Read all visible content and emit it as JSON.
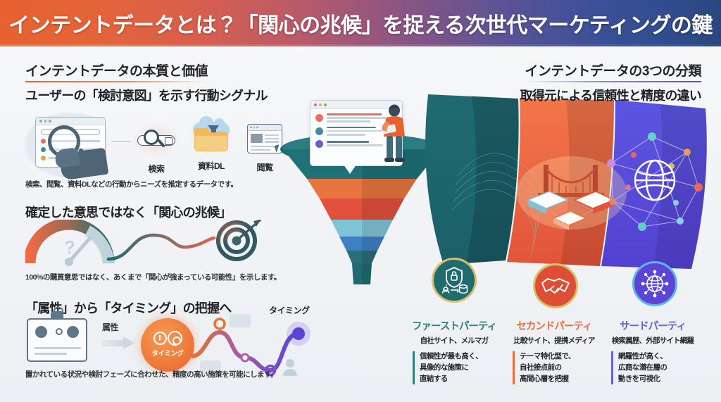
{
  "header": {
    "title": "インテントデータとは？「関心の兆候」を捉える次世代マーケティングの鍵"
  },
  "left": {
    "section_heading": "インテントデータの本質と価値",
    "block1": {
      "sub_heading": "ユーザーの「検討意図」を示す行動シグナル",
      "icons": [
        {
          "name": "search-icon",
          "label": "検索"
        },
        {
          "name": "document-download-icon",
          "label": "資料DL"
        },
        {
          "name": "page-view-icon",
          "label": "閲覧"
        }
      ],
      "caption": "検索、閲覧、資料DLなどの行動からニーズを推定するデータです。"
    },
    "block2": {
      "sub_heading": "確定した意思ではなく「関心の兆候」",
      "caption": "100%の購買意思ではなく、あくまで「関心が強まっている可能性」を示します。"
    },
    "block3": {
      "sub_heading": "「属性」から「タイミング」の把握へ",
      "attribute_label": "属性",
      "timing_circle_label": "タイミング",
      "timing_end_label": "タイミング",
      "caption": "置かれている状況や検討フェーズに合わせた、精度の高い施策を可能にします。"
    }
  },
  "right": {
    "section_heading": "インテントデータの3つの分類",
    "sub_heading": "取得元による信頼性と精度の違い",
    "parties": [
      {
        "title": "ファーストパーティ",
        "color": "#2f7f80",
        "source": "自社サイト、メルマガ",
        "note": "信頼性が最も高く、\n具像的な施策に\n直結する",
        "icon": "shield-lock-database-icon",
        "badge_bg": "#1f6b70",
        "badge_ring": "#d8c068"
      },
      {
        "title": "セカンドパーティ",
        "color": "#e8703f",
        "source": "比較サイト、提携メディア",
        "note": "テーマ特化型で、\n自社接点前の\n高間心層を把握",
        "icon": "handshake-icon",
        "badge_bg": "#dc4f34",
        "badge_ring": "#d8c068"
      },
      {
        "title": "サードパーティ",
        "color": "#6b5fd0",
        "source": "検索属歴、外部サイト網羅",
        "note": "網羅性が高く、\n広商な潜在層の\n動きを可視化",
        "icon": "globe-network-icon",
        "badge_bg": "#5b44d6",
        "badge_ring": "#5fb6e8"
      }
    ]
  },
  "colors": {
    "header_start": "#e8622f",
    "header_end": "#2b4780",
    "teal": "#1f6b70",
    "orange": "#e8622f",
    "red": "#dc4f34",
    "purple": "#5b44d6",
    "background": "#f2f4f7"
  }
}
